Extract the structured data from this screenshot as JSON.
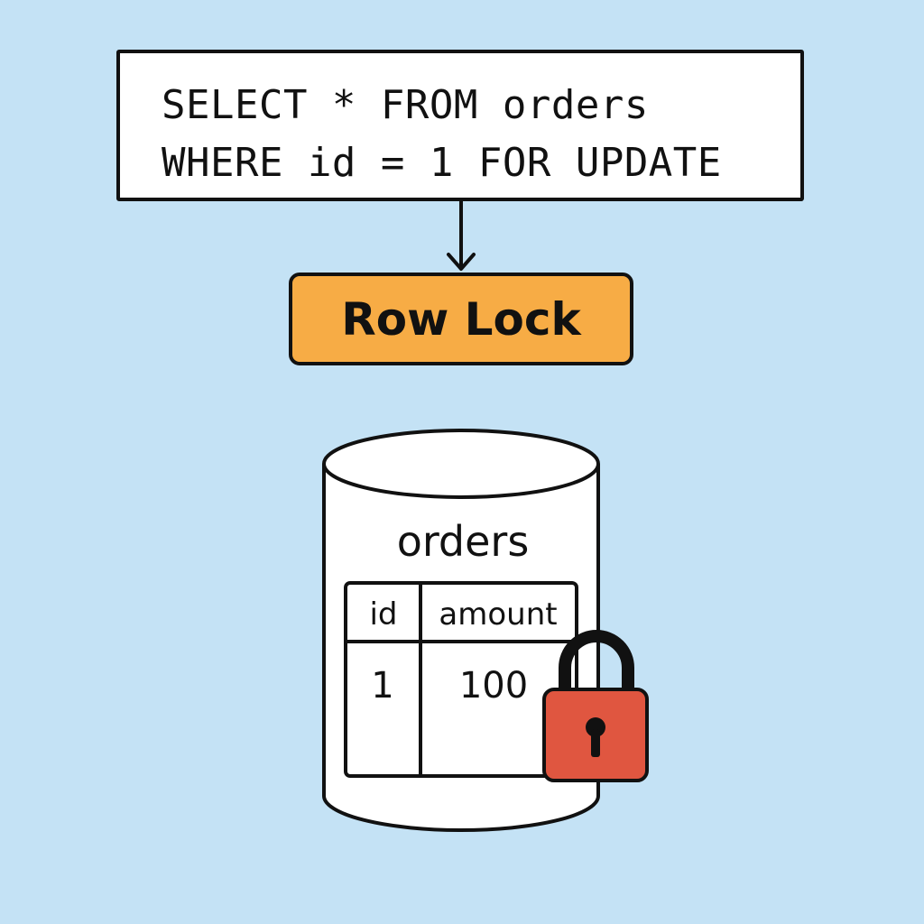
{
  "query": {
    "line1": "SELECT * FROM orders",
    "line2": "WHERE id = 1 FOR UPDATE"
  },
  "lock_box": {
    "label": "Row Lock",
    "color": "#f7ac45"
  },
  "database": {
    "name": "orders",
    "columns": [
      "id",
      "amount"
    ],
    "rows": [
      [
        "1",
        "100"
      ]
    ]
  },
  "padlock": {
    "icon": "padlock-icon",
    "body_color": "#e05640",
    "shackle_color": "#111111"
  },
  "colors": {
    "background": "#c4e2f5",
    "outline": "#111111",
    "panel": "#ffffff"
  }
}
